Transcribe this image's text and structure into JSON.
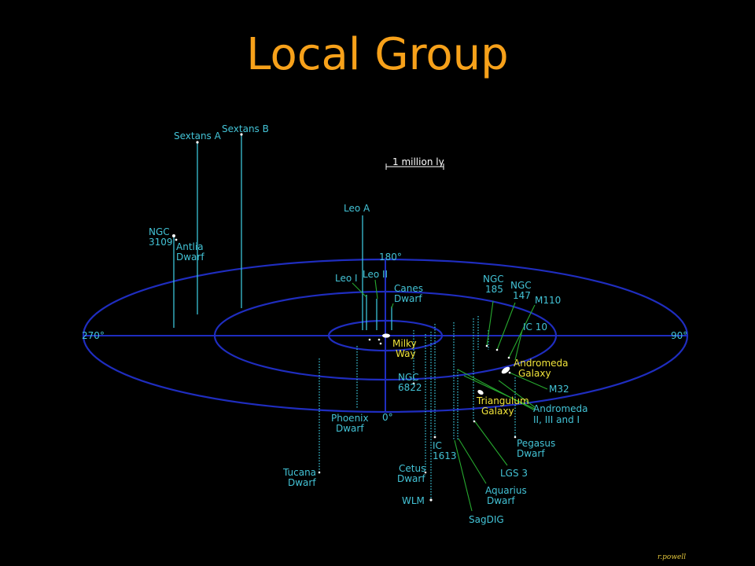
{
  "title": "Local Group",
  "colors": {
    "background": "#000000",
    "title": "#f7a11a",
    "ring": "#1f2dbf",
    "label_cyan": "#43c3d6",
    "label_yellow": "#f0e33a",
    "stem": "#3bc3d6",
    "leader": "#27a92f",
    "galaxy": "#ffffff",
    "credit": "#e0c43a"
  },
  "scale_bar_label": "1 million ly",
  "degree_labels": {
    "top": "180°",
    "right": "90°",
    "bottom": "0°",
    "left": "270°"
  },
  "galaxies": {
    "sextans_a": [
      "Sextans A"
    ],
    "sextans_b": [
      "Sextans B"
    ],
    "ngc3109": [
      "NGC",
      "3109"
    ],
    "antlia": [
      "Antlia",
      "Dwarf"
    ],
    "leo_a": [
      "Leo A"
    ],
    "leo_i": [
      "Leo I"
    ],
    "leo_ii": [
      "Leo II"
    ],
    "canes": [
      "Canes",
      "Dwarf"
    ],
    "milky_way": [
      "Milky",
      "Way"
    ],
    "ngc185": [
      "NGC",
      "185"
    ],
    "ngc147": [
      "NGC",
      "147"
    ],
    "m110": [
      "M110"
    ],
    "ic10": [
      "IC 10"
    ],
    "andromeda": [
      "Andromeda",
      "Galaxy"
    ],
    "m32": [
      "M32"
    ],
    "ngc6822": [
      "NGC",
      "6822"
    ],
    "triangulum": [
      "Triangulum",
      "Galaxy"
    ],
    "andromeda_ii": [
      "Andromeda",
      "II, III and I"
    ],
    "phoenix": [
      "Phoenix",
      "Dwarf"
    ],
    "ic1613": [
      "IC",
      "1613"
    ],
    "pegasus": [
      "Pegasus",
      "Dwarf"
    ],
    "tucana": [
      "Tucana",
      "Dwarf"
    ],
    "cetus": [
      "Cetus",
      "Dwarf"
    ],
    "lgs3": [
      "LGS 3"
    ],
    "aquarius": [
      "Aquarius",
      "Dwarf"
    ],
    "wlm": [
      "WLM"
    ],
    "sagdig": [
      "SagDIG"
    ]
  },
  "credit": "r.powell"
}
